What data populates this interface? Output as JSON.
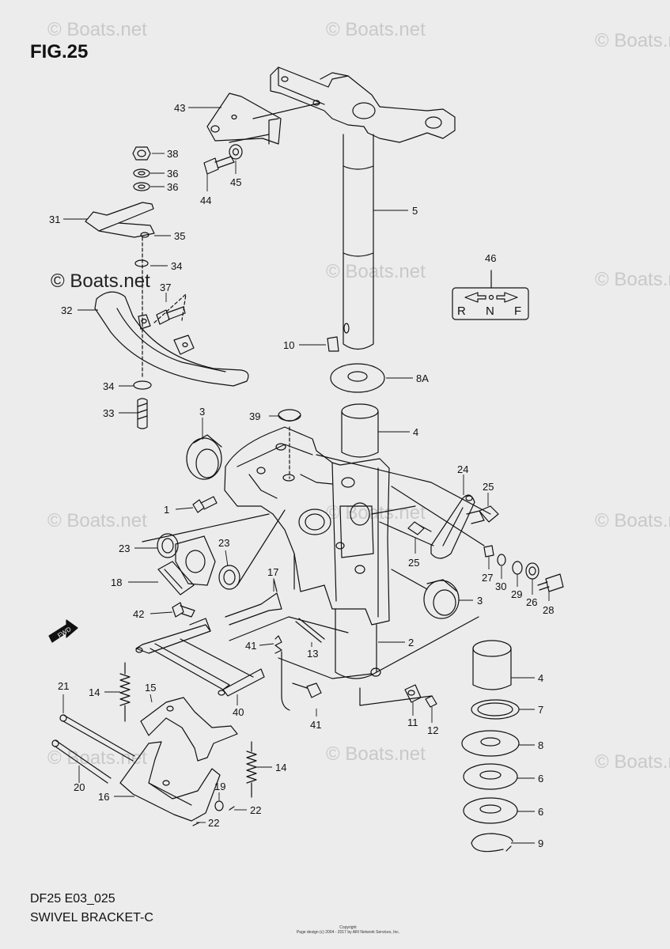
{
  "figure": {
    "title": "FIG.25",
    "model_code": "DF25 E03_025",
    "section_name": "SWIVEL BRACKET-C",
    "copyright_line1": "Copyright",
    "copyright_line2": "Page design (c) 2004 - 2017 by ARI Network Services, Inc."
  },
  "watermarks": {
    "text": "© Boats.net",
    "strong_text": "© Boats.net"
  },
  "direction_plate": {
    "part": "46",
    "left": "R",
    "middle": "N",
    "right": "F"
  },
  "fwd_arrow": "FWD",
  "callouts": [
    {
      "id": "c43",
      "label": "43"
    },
    {
      "id": "c38",
      "label": "38"
    },
    {
      "id": "c36a",
      "label": "36"
    },
    {
      "id": "c36b",
      "label": "36"
    },
    {
      "id": "c44",
      "label": "44"
    },
    {
      "id": "c45",
      "label": "45"
    },
    {
      "id": "c5",
      "label": "5"
    },
    {
      "id": "c31",
      "label": "31"
    },
    {
      "id": "c35",
      "label": "35"
    },
    {
      "id": "c34a",
      "label": "34"
    },
    {
      "id": "c37",
      "label": "37"
    },
    {
      "id": "c32",
      "label": "32"
    },
    {
      "id": "c10",
      "label": "10"
    },
    {
      "id": "c8A",
      "label": "8A"
    },
    {
      "id": "c34b",
      "label": "34"
    },
    {
      "id": "c33",
      "label": "33"
    },
    {
      "id": "c3a",
      "label": "3"
    },
    {
      "id": "c39",
      "label": "39"
    },
    {
      "id": "c4a",
      "label": "4"
    },
    {
      "id": "c24",
      "label": "24"
    },
    {
      "id": "c25a",
      "label": "25"
    },
    {
      "id": "c1",
      "label": "1"
    },
    {
      "id": "c25b",
      "label": "25"
    },
    {
      "id": "c23a",
      "label": "23"
    },
    {
      "id": "c23b",
      "label": "23"
    },
    {
      "id": "c18",
      "label": "18"
    },
    {
      "id": "c17",
      "label": "17"
    },
    {
      "id": "c27",
      "label": "27"
    },
    {
      "id": "c30",
      "label": "30"
    },
    {
      "id": "c29",
      "label": "29"
    },
    {
      "id": "c26",
      "label": "26"
    },
    {
      "id": "c28",
      "label": "28"
    },
    {
      "id": "c3b",
      "label": "3"
    },
    {
      "id": "c42",
      "label": "42"
    },
    {
      "id": "c2",
      "label": "2"
    },
    {
      "id": "c41a",
      "label": "41"
    },
    {
      "id": "c13",
      "label": "13"
    },
    {
      "id": "c4b",
      "label": "4"
    },
    {
      "id": "c21",
      "label": "21"
    },
    {
      "id": "c14a",
      "label": "14"
    },
    {
      "id": "c15",
      "label": "15"
    },
    {
      "id": "c40",
      "label": "40"
    },
    {
      "id": "c41b",
      "label": "41"
    },
    {
      "id": "c11",
      "label": "11"
    },
    {
      "id": "c12",
      "label": "12"
    },
    {
      "id": "c7",
      "label": "7"
    },
    {
      "id": "c8",
      "label": "8"
    },
    {
      "id": "c20",
      "label": "20"
    },
    {
      "id": "c14b",
      "label": "14"
    },
    {
      "id": "c16",
      "label": "16"
    },
    {
      "id": "c19",
      "label": "19"
    },
    {
      "id": "c22a",
      "label": "22"
    },
    {
      "id": "c22b",
      "label": "22"
    },
    {
      "id": "c6a",
      "label": "6"
    },
    {
      "id": "c6b",
      "label": "6"
    },
    {
      "id": "c9",
      "label": "9"
    }
  ]
}
